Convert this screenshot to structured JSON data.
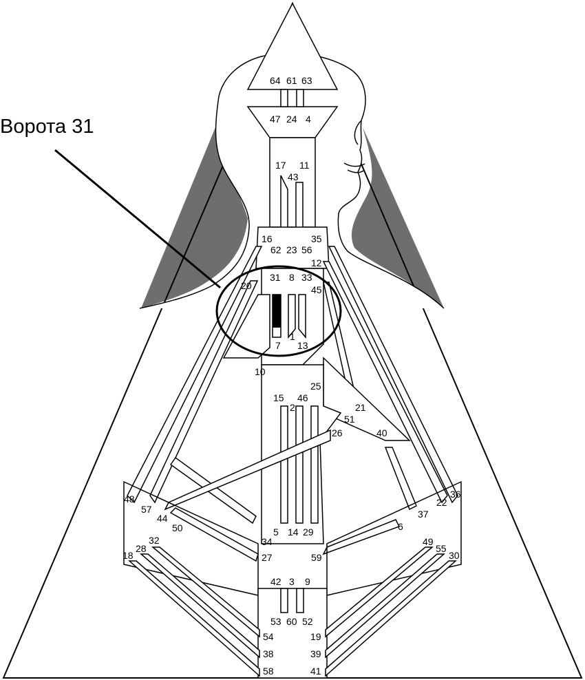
{
  "callout": {
    "label": "Ворота 31",
    "highlight_gate": "31"
  },
  "colors": {
    "line": "#000000",
    "shade": "#6e6e6e",
    "fill": "#ffffff",
    "activated_channel": "#000000"
  },
  "gates": {
    "64": "64",
    "61": "61",
    "63": "63",
    "47": "47",
    "24": "24",
    "4": "4",
    "17": "17",
    "43": "43",
    "11": "11",
    "16": "16",
    "35": "35",
    "62": "62",
    "23": "23",
    "56": "56",
    "12": "12",
    "20": "20",
    "31": "31",
    "8": "8",
    "33": "33",
    "45": "45",
    "7": "7",
    "1": "1",
    "13": "13",
    "10": "10",
    "25": "25",
    "15": "15",
    "2": "2",
    "46": "46",
    "21": "21",
    "51": "51",
    "26": "26",
    "40": "40",
    "48": "48",
    "57": "57",
    "44": "44",
    "50": "50",
    "32": "32",
    "28": "28",
    "18": "18",
    "34": "34",
    "5": "5",
    "14": "14",
    "29": "29",
    "27": "27",
    "59": "59",
    "37": "37",
    "6": "6",
    "22": "22",
    "36": "36",
    "49": "49",
    "55": "55",
    "30": "30",
    "42": "42",
    "3": "3",
    "9": "9",
    "53": "53",
    "60": "60",
    "52": "52",
    "54": "54",
    "19": "19",
    "38": "38",
    "39": "39",
    "58": "58",
    "41": "41"
  }
}
